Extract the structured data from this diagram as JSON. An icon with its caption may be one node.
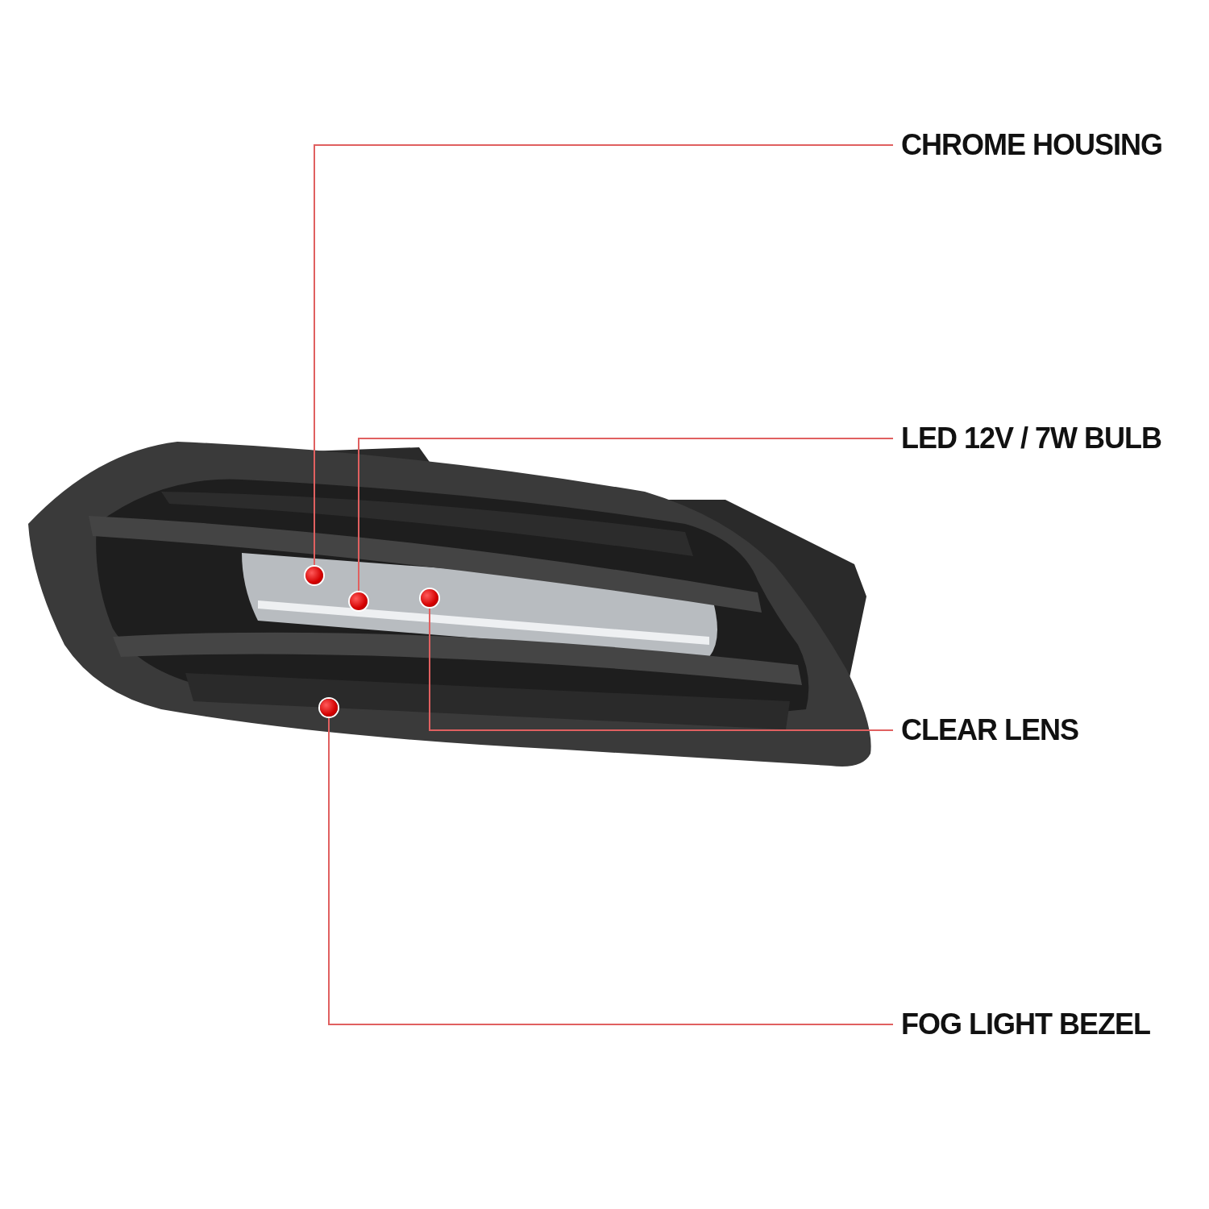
{
  "diagram": {
    "nodes": [
      {
        "text": [
          "CHROME HOUSING"
        ]
      },
      {
        "text": [
          "LED 12V / 7W BULB"
        ]
      },
      {
        "text": [
          "CLEAR LENS"
        ]
      },
      {
        "text": [
          "FOG LIGHT BEZEL"
        ]
      },
      {
        "text": [],
        "shape": "circle"
      },
      {
        "text": [],
        "shape": "circle"
      },
      {
        "text": [],
        "shape": "circle"
      },
      {
        "text": [],
        "shape": "circle"
      }
    ],
    "edges": [
      {
        "from": 0,
        "to": 4,
        "arrow": "none"
      },
      {
        "from": 1,
        "to": 6,
        "arrow": "none"
      },
      {
        "from": 2,
        "to": 7,
        "arrow": "none"
      },
      {
        "from": 3,
        "to": 5,
        "arrow": "none"
      }
    ]
  }
}
